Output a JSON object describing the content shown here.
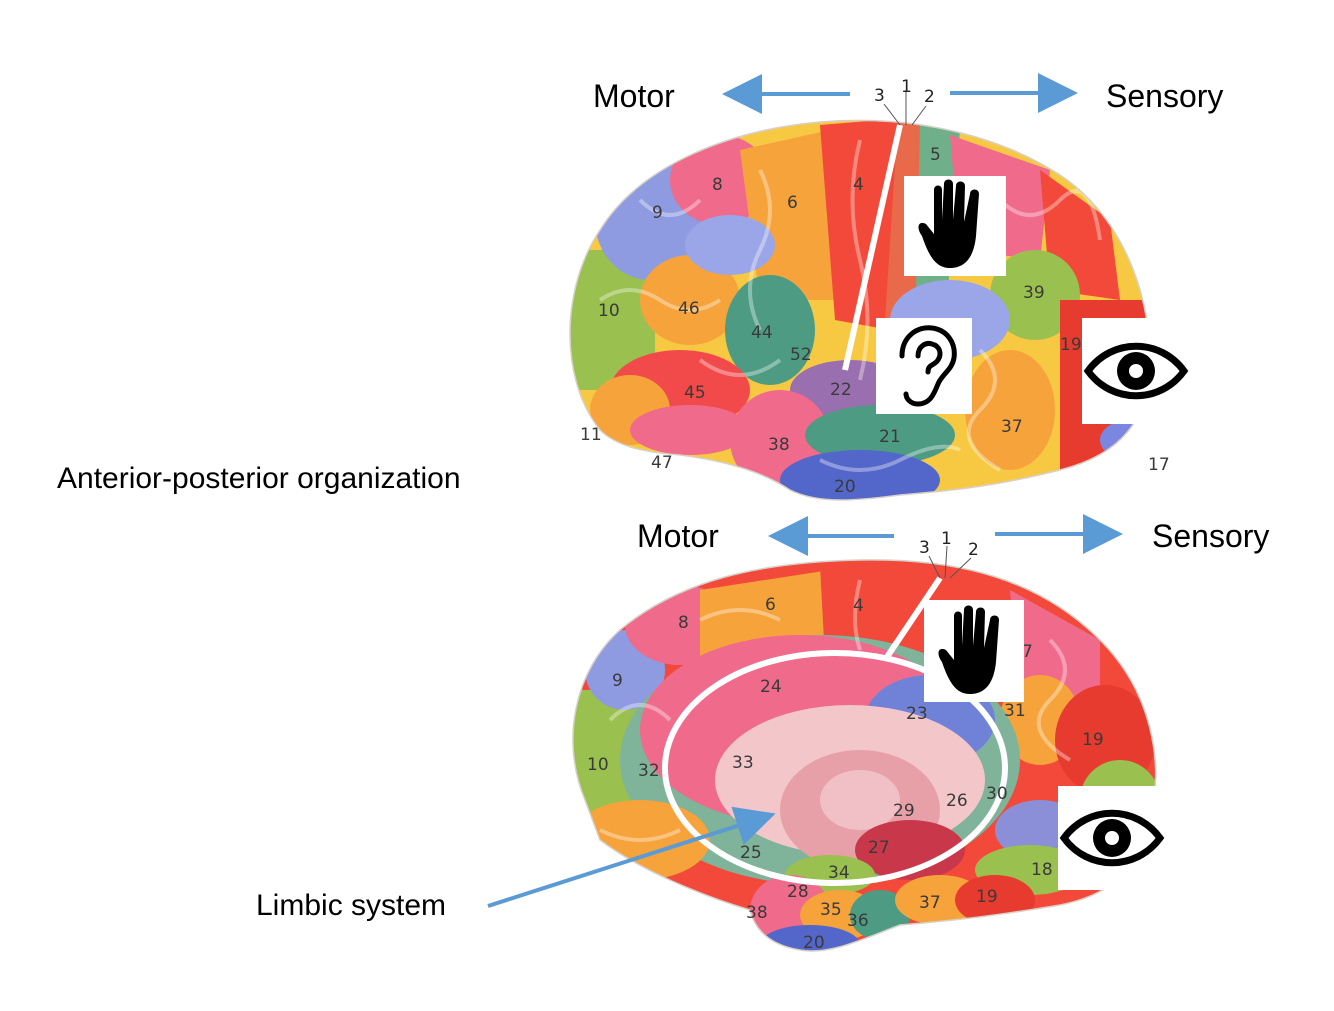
{
  "labels": {
    "motor": "Motor",
    "sensory": "Sensory",
    "organization": "Anterior-posterior organization",
    "limbic": "Limbic system"
  },
  "icons": {
    "touch": "hand-icon",
    "hearing": "ear-icon",
    "vision": "eye-icon"
  },
  "colors": {
    "arrow": "#5b9bd5",
    "outline": "#ffffff"
  },
  "lateral_areas": [
    "3",
    "1",
    "2",
    "5",
    "4",
    "8",
    "6",
    "9",
    "10",
    "46",
    "44",
    "52",
    "45",
    "22",
    "11",
    "47",
    "38",
    "21",
    "20",
    "39",
    "19",
    "37",
    "17"
  ],
  "medial_areas": [
    "3",
    "1",
    "2",
    "6",
    "4",
    "8",
    "7",
    "24",
    "9",
    "23",
    "31",
    "19",
    "10",
    "32",
    "33",
    "29",
    "26",
    "30",
    "27",
    "25",
    "18",
    "34",
    "28",
    "38",
    "35",
    "36",
    "37",
    "19",
    "20"
  ]
}
